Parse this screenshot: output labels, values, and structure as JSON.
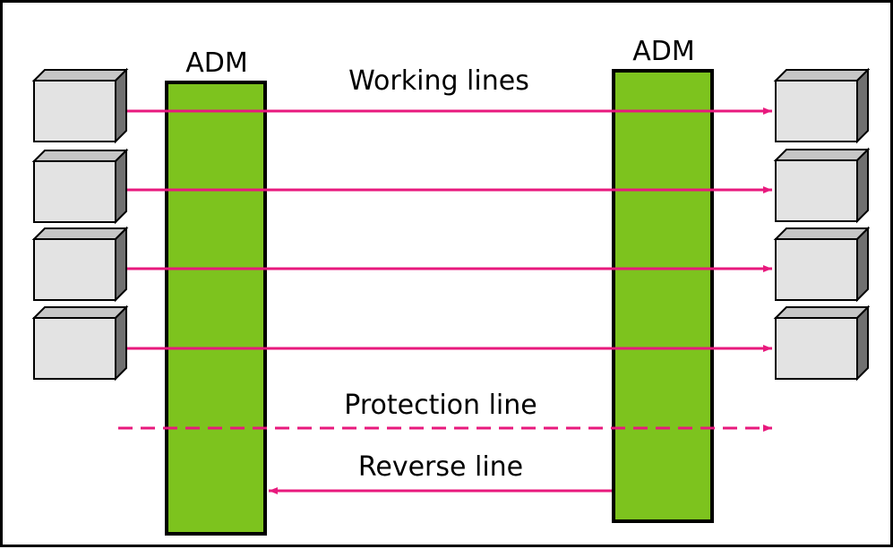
{
  "labels": {
    "adm_left": "ADM",
    "adm_right": "ADM",
    "working": "Working lines",
    "protection": "Protection line",
    "reverse": "Reverse line"
  },
  "colors": {
    "adm_fill": "#7dc31e",
    "line": "#e8197d",
    "box_front": "#e3e3e3",
    "box_top": "#c6c6c6",
    "box_side": "#707070",
    "frame": "#000000"
  }
}
